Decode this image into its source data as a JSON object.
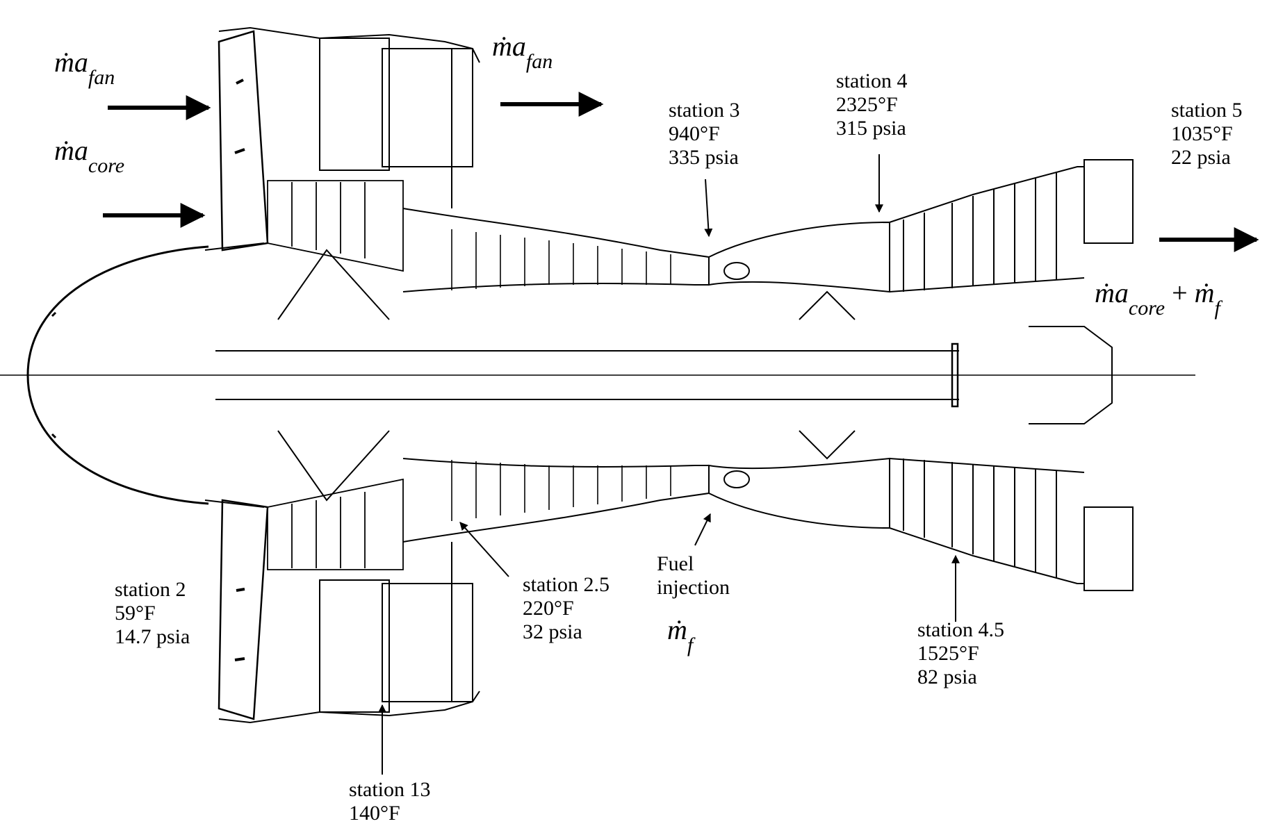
{
  "stations": {
    "st2": {
      "name": "station 2",
      "temp": "59°F",
      "press": "14.7 psia"
    },
    "st25": {
      "name": "station 2.5",
      "temp": "220°F",
      "press": "32 psia"
    },
    "st13": {
      "name": "station 13",
      "temp": "140°F"
    },
    "st3": {
      "name": "station 3",
      "temp": "940°F",
      "press": "335 psia"
    },
    "st4": {
      "name": "station 4",
      "temp": "2325°F",
      "press": "315 psia"
    },
    "st45": {
      "name": "station 4.5",
      "temp": "1525°F",
      "press": "82 psia"
    },
    "st5": {
      "name": "station 5",
      "temp": "1035°F",
      "press": "22 psia"
    }
  },
  "fuel": {
    "line1": "Fuel",
    "line2": "injection",
    "symbol": "ṁ",
    "sub": "f"
  },
  "flows": {
    "fan_in": {
      "symbol": "ṁ",
      "var": "a",
      "sub": "fan"
    },
    "core_in": {
      "symbol": "ṁ",
      "var": "a",
      "sub": "core"
    },
    "fan_out": {
      "symbol": "ṁ",
      "var": "a",
      "sub": "fan"
    },
    "exhaust": {
      "symbol": "ṁ",
      "var": "a",
      "sub": "core",
      "plus": "+",
      "fsymbol": "ṁ",
      "fsub": "f"
    }
  }
}
